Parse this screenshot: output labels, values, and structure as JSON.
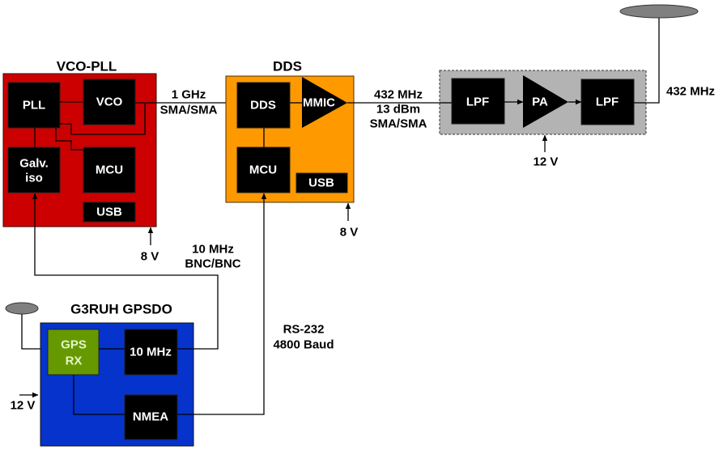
{
  "colors": {
    "vco_pll": "#cc0000",
    "dds": "#ff9900",
    "amplifier_chain": "#b3b3b3",
    "gpsdo": "#0533cc",
    "gps_rx": "#669900",
    "antenna": "#808080"
  },
  "blocks": {
    "vco_pll": {
      "title": "VCO-PLL",
      "components": {
        "pll": "PLL",
        "vco": "VCO",
        "galv_iso": [
          "Galv.",
          "iso"
        ],
        "mcu": "MCU",
        "usb": "USB"
      },
      "power": "8 V"
    },
    "dds": {
      "title": "DDS",
      "components": {
        "dds": "DDS",
        "mmic": "MMIC",
        "mcu": "MCU",
        "usb": "USB"
      },
      "power": "8 V"
    },
    "amplifier_chain": {
      "components": {
        "lpf_in": "LPF",
        "pa": "PA",
        "lpf_out": "LPF"
      },
      "power": "12 V"
    },
    "gpsdo": {
      "title": "G3RUH GPSDO",
      "components": {
        "gps_rx": [
          "GPS",
          "RX"
        ],
        "ref_10mhz": "10 MHz",
        "nmea": "NMEA"
      },
      "power": "12 V"
    }
  },
  "links": {
    "vco_to_dds": [
      "1 GHz",
      "SMA/SMA"
    ],
    "dds_to_amp": [
      "432 MHz",
      "13 dBm",
      "SMA/SMA"
    ],
    "output": "432 MHz",
    "reference": [
      "10 MHz",
      "BNC/BNC"
    ],
    "serial": [
      "RS-232",
      "4800 Baud"
    ]
  }
}
